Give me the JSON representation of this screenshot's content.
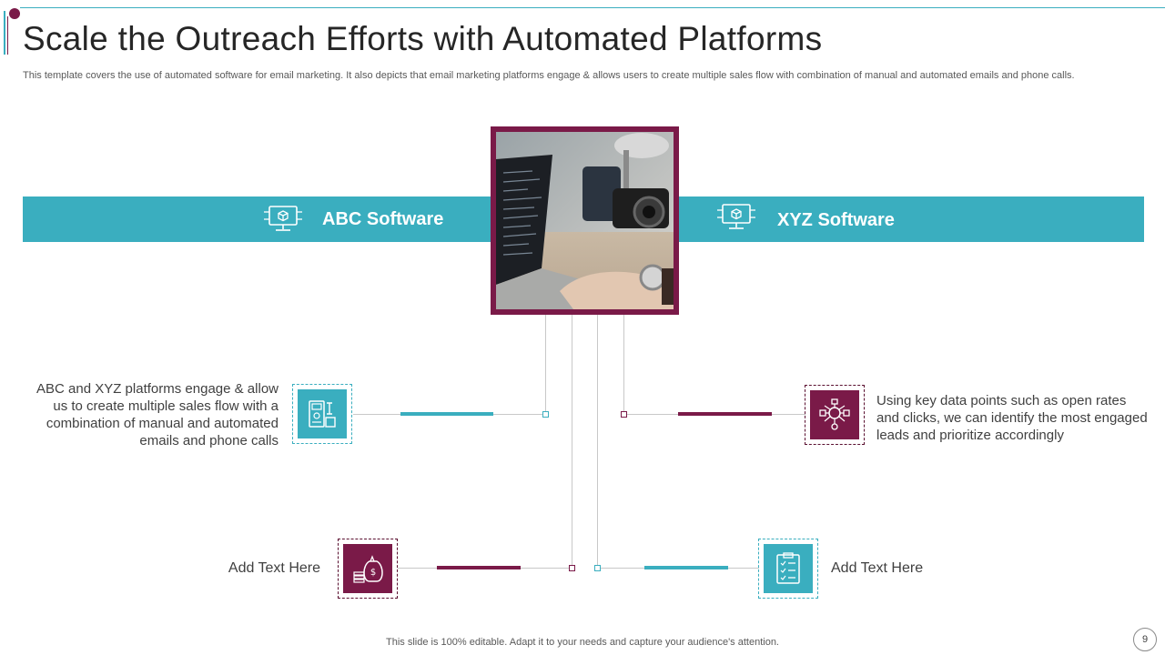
{
  "title": "Scale the Outreach Efforts with Automated Platforms",
  "subtitle": "This template covers the use of automated software for email marketing. It also depicts that email marketing platforms engage & allows users to create multiple sales flow with combination of manual  and  automated emails and phone calls.",
  "bands": {
    "left": {
      "label": "ABC Software",
      "icon": "monitor-cube-icon"
    },
    "right": {
      "label": "XYZ Software",
      "icon": "monitor-cube-icon"
    }
  },
  "points": {
    "top_left": {
      "text": "ABC and XYZ platforms engage & allow us to create multiple sales flow with a combination of manual and automated emails and phone calls",
      "icon": "control-panel-icon"
    },
    "top_right": {
      "text": "Using key data points such as open rates and clicks, we can identify the most engaged leads and prioritize accordingly",
      "icon": "network-hub-icon"
    },
    "bottom_left": {
      "text": "Add Text Here",
      "icon": "money-bag-icon"
    },
    "bottom_right": {
      "text": "Add Text Here",
      "icon": "checklist-icon"
    }
  },
  "footer": "This slide is 100% editable. Adapt it to your needs and capture your audience's attention.",
  "page_number": "9",
  "colors": {
    "teal": "#3aaebf",
    "maroon": "#7a1a48"
  }
}
